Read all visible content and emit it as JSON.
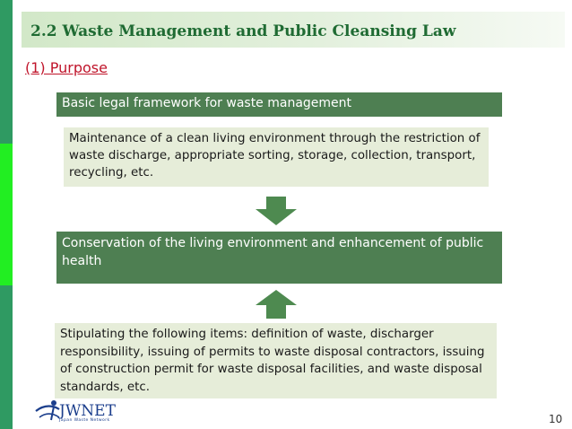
{
  "slide": {
    "title": "2.2 Waste Management and Public Cleansing Law",
    "section_heading": "(1) Purpose",
    "framework_label": "Basic legal framework for waste management",
    "maintenance_text": "Maintenance of a clean living environment through the restriction of waste discharge, appropriate sorting, storage, collection, transport, recycling, etc.",
    "conservation_text": "Conservation of the living environment and enhancement of public health",
    "stipulation_text": "Stipulating the following items: definition of waste, discharger responsibility, issuing of permits to waste disposal contractors, issuing of construction permit for waste disposal facilities, and waste disposal standards, etc.",
    "page_number": "10"
  },
  "logo": {
    "name": "JWNET",
    "subtitle": "Japan Waste Network"
  },
  "colors": {
    "sidebar_dark": "#2f9a62",
    "sidebar_light": "#22ee22",
    "title_text": "#1f6b33",
    "heading_red": "#c0152b",
    "dark_box": "#4e7f52",
    "light_box": "#e6edd9",
    "arrow": "#4e8a50",
    "logo_blue": "#1b3e8c"
  },
  "icons": {
    "down_arrow": "down-arrow-icon",
    "up_arrow": "up-arrow-icon",
    "logo_mark": "jwnet-swoosh-icon"
  }
}
